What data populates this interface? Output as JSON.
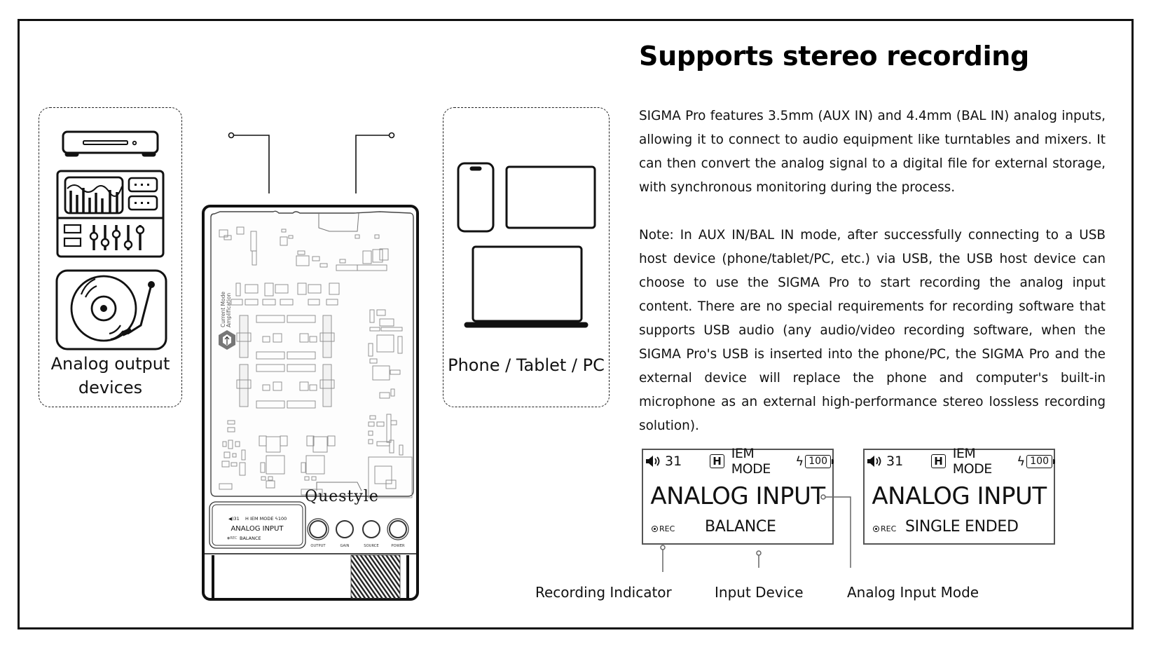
{
  "heading": "Supports stereo recording",
  "paragraphs": [
    "SIGMA Pro features 3.5mm (AUX IN) and 4.4mm (BAL IN) analog inputs, allowing it to connect to audio equipment like turntables and mixers. It can then convert the analog signal to a digital file for external storage, with synchronous monitoring during the process.",
    "Note: In AUX IN/BAL IN mode, after successfully connecting to a USB host device (phone/tablet/PC, etc.) via USB, the USB host device can choose to use the SIGMA Pro to start recording the analog input content. There are no special requirements for recording software that supports USB audio (any audio/video recording software, when the SIGMA Pro's USB is inserted into the phone/PC, the SIGMA Pro and the external device will replace the phone and computer's built-in microphone as an external high-performance stereo lossless recording solution)."
  ],
  "left_group": {
    "label_line1": "Analog output",
    "label_line2": "devices",
    "icons": [
      "cd-player-icon",
      "mixer-console-icon",
      "turntable-icon"
    ]
  },
  "right_group": {
    "label": "Phone / Tablet / PC",
    "icons": [
      "phone-icon",
      "tablet-icon",
      "laptop-icon"
    ]
  },
  "device": {
    "brand": "Questyle",
    "pcb_label_line1": "Current Mode",
    "pcb_label_line2": "Amplification",
    "buttons": [
      "OUTPUT",
      "GAIN",
      "SOURCE",
      "POWER"
    ],
    "screen": {
      "volume": "31",
      "gain_badge": "H",
      "mode": "IEM MODE",
      "battery": "100",
      "main": "ANALOG INPUT",
      "rec": "REC",
      "sub": "BALANCE"
    }
  },
  "displays": [
    {
      "volume": "31",
      "gain_badge": "H",
      "mode": "IEM MODE",
      "battery": "100",
      "main": "ANALOG INPUT",
      "rec": "REC",
      "sub": "BALANCE"
    },
    {
      "volume": "31",
      "gain_badge": "H",
      "mode": "IEM MODE",
      "battery": "100",
      "main": "ANALOG INPUT",
      "rec": "REC",
      "sub": "SINGLE ENDED"
    }
  ],
  "callouts": {
    "recording_indicator": "Recording Indicator",
    "input_device": "Input Device",
    "analog_input_mode": "Analog Input Mode"
  }
}
